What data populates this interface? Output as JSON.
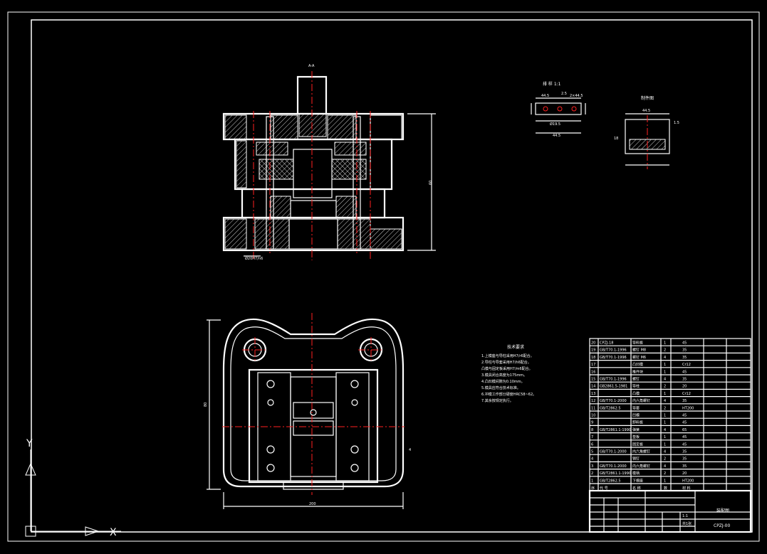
{
  "drawing": {
    "top_marker": "A-A",
    "dim_right": "60",
    "dim_bottom_left": "Ø20H7/n6",
    "plan_dim_left": "80",
    "plan_dim_bottom": "200",
    "plan_dim_right": "4",
    "detail1_title": "排 样 1:1",
    "detail1_dims": [
      "44.5",
      "2.5",
      "2×44.5",
      "Ø19.5",
      "44.5"
    ],
    "detail2_title": "制件图",
    "detail2_dims": [
      "44.5",
      "1.5",
      "18"
    ]
  },
  "tech_notes": {
    "title": "技术要求",
    "lines": [
      "1.上模座与导柱采用H7/r6配合。",
      "2.导柱与导套采用H7/h6配合。",
      "   凸模与固定板采用H7/m6配合。",
      "3.模具闭合高度为175mm。",
      "4.凸凹模间隙为0.10mm。",
      "5.模具应符合技术标准。",
      "6.冲模工作部分硬度HRC58~62。",
      "7.其余按规定执行。"
    ]
  },
  "bom": {
    "rows": [
      {
        "no": "20",
        "code": "CPZJ-18",
        "name": "导料板",
        "qty": "1",
        "mat": "45"
      },
      {
        "no": "19",
        "code": "GB/T70.1-1996",
        "name": "螺钉 M8",
        "qty": "2",
        "mat": "35"
      },
      {
        "no": "18",
        "code": "GB/T70.1-1996",
        "name": "螺钉 M6",
        "qty": "4",
        "mat": "35"
      },
      {
        "no": "17",
        "code": "",
        "name": "凸凹模",
        "qty": "1",
        "mat": "Cr12"
      },
      {
        "no": "16",
        "code": "",
        "name": "推件块",
        "qty": "1",
        "mat": "45"
      },
      {
        "no": "15",
        "code": "GB/T70.1-1996",
        "name": "螺钉",
        "qty": "4",
        "mat": "35"
      },
      {
        "no": "14",
        "code": "GB2861.5-1981",
        "name": "导柱",
        "qty": "2",
        "mat": "20"
      },
      {
        "no": "13",
        "code": "",
        "name": "凸模",
        "qty": "1",
        "mat": "Cr12"
      },
      {
        "no": "12",
        "code": "GB/T70.1-2000",
        "name": "内六角螺钉",
        "qty": "4",
        "mat": "35"
      },
      {
        "no": "11",
        "code": "GB/T2862.5",
        "name": "导套",
        "qty": "2",
        "mat": "HT200"
      },
      {
        "no": "10",
        "code": "",
        "name": "凹模",
        "qty": "1",
        "mat": "45"
      },
      {
        "no": "9",
        "code": "",
        "name": "卸料板",
        "qty": "1",
        "mat": "45"
      },
      {
        "no": "8",
        "code": "GB/T2861.1-1990",
        "name": "弹簧",
        "qty": "4",
        "mat": "65"
      },
      {
        "no": "7",
        "code": "",
        "name": "垫板",
        "qty": "1",
        "mat": "45"
      },
      {
        "no": "6",
        "code": "",
        "name": "固定板",
        "qty": "1",
        "mat": "45"
      },
      {
        "no": "5",
        "code": "GB/T70.1-2000",
        "name": "内六角螺钉",
        "qty": "4",
        "mat": "35"
      },
      {
        "no": "4",
        "code": "",
        "name": "销钉",
        "qty": "2",
        "mat": "35"
      },
      {
        "no": "3",
        "code": "GB/T70.1-2000",
        "name": "内六角螺钉",
        "qty": "4",
        "mat": "35"
      },
      {
        "no": "2",
        "code": "GB/T2861.1-1990",
        "name": "模柄",
        "qty": "2",
        "mat": "20"
      },
      {
        "no": "1",
        "code": "GB/T2862.5",
        "name": "下模座",
        "qty": "1",
        "mat": "HT200"
      }
    ],
    "header": {
      "no": "序",
      "code": "代 号",
      "name": "名 称",
      "qty": "数",
      "mat": "材 料"
    }
  },
  "title_block": {
    "name": "装配图",
    "drawing_no": "CPZJ-00",
    "scale": "1:1",
    "sheet": "共1张"
  },
  "ucs": {
    "x": "X",
    "y": "Y"
  }
}
